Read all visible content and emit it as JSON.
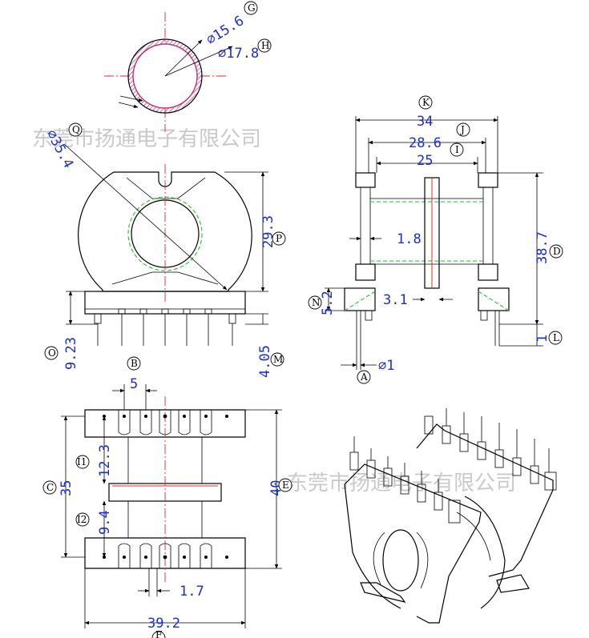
{
  "watermark": "东莞市扬通电子有限公司",
  "dimensions": {
    "inner_diameter": "⌀15.6",
    "outer_diameter": "⌀17.8",
    "flange_diameter": "⌀35.4",
    "overall_width": "34",
    "inner_width": "28.6",
    "core_width": "25",
    "wall": "1.8",
    "total_height": "38.7",
    "spacing_height": "5.2",
    "gap": "3.1",
    "pin_length": "1",
    "pin_diameter": "⌀1",
    "center_height": "29.3",
    "base_height": "9.23",
    "pin_extension": "4.05",
    "pin_pitch": "5",
    "i1_dim": "12.3",
    "i2_dim": "9.4",
    "length_35": "35",
    "length_40": "40",
    "width_1_7": "1.7",
    "bottom_width": "39.2"
  },
  "labels": {
    "G": "G",
    "H": "H",
    "Q": "Q",
    "K": "K",
    "J": "J",
    "I": "I",
    "P": "P",
    "D": "D",
    "N": "N",
    "L": "L",
    "O": "O",
    "M": "M",
    "A": "A",
    "B": "B",
    "C": "C",
    "E": "E",
    "F": "F",
    "I1": "I1",
    "I2": "I2"
  }
}
